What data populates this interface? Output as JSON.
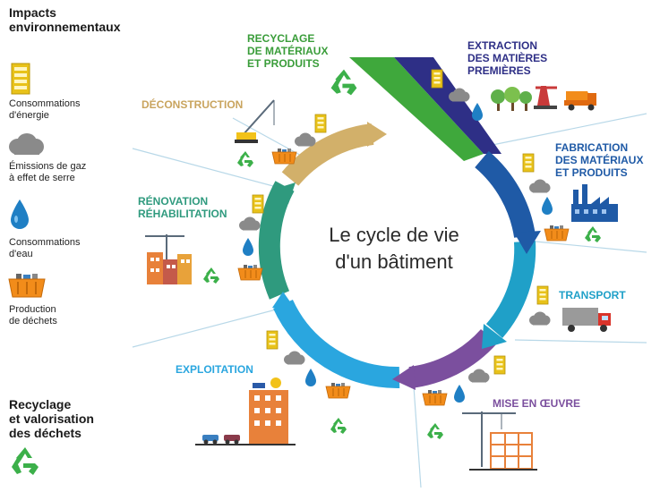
{
  "legend": {
    "impacts_title_line1": "Impacts",
    "impacts_title_line2": "environnementaux",
    "energy_line1": "Consommations",
    "energy_line2": "d'énergie",
    "ghg_line1": "Émissions de gaz",
    "ghg_line2": "à effet de serre",
    "water_line1": "Consommations",
    "water_line2": "d'eau",
    "waste_line1": "Production",
    "waste_line2": "de déchets",
    "recycling_title_line1": "Recyclage",
    "recycling_title_line2": "et valorisation",
    "recycling_title_line3": "des déchets"
  },
  "center": {
    "line1": "Le cycle de vie",
    "line2": "d'un bâtiment"
  },
  "stages": {
    "recyclage": {
      "line1": "RECYCLAGE",
      "line2": "DE MATÉRIAUX",
      "line3": "ET PRODUITS",
      "color": "#3a9d3a"
    },
    "extraction": {
      "line1": "EXTRACTION",
      "line2": "DES MATIÈRES",
      "line3": "PREMIÈRES",
      "color": "#2e2f86"
    },
    "fabrication": {
      "line1": "FABRICATION",
      "line2": "DES MATÉRIAUX",
      "line3": "ET PRODUITS",
      "color": "#1f5aa6"
    },
    "transport": {
      "line1": "TRANSPORT",
      "color": "#1fa0c8"
    },
    "mise_en_oeuvre": {
      "line1": "MISE EN ŒUVRE",
      "color": "#7b4f9e"
    },
    "exploitation": {
      "line1": "EXPLOITATION",
      "color": "#2aa6df"
    },
    "renovation": {
      "line1": "RÉNOVATION",
      "line2": "RÉHABILITATION",
      "color": "#2f9a7e"
    },
    "deconstruction": {
      "line1": "DÉCONSTRUCTION",
      "color": "#d2b06a"
    }
  },
  "colors": {
    "energy_icon": "#e8c21a",
    "cloud_icon": "#8a8a8a",
    "water_icon": "#1f7fc4",
    "waste_icon": "#f28c1a",
    "recycle_icon": "#3cb04a"
  },
  "icons": [
    "battery-icon",
    "cloud-icon",
    "water-drop-icon",
    "waste-bin-icon",
    "recycle-icon",
    "crane-icon",
    "factory-icon",
    "truck-icon",
    "tree-icon",
    "oil-pump-icon",
    "building-icon",
    "car-icon",
    "solar-panel-icon"
  ]
}
